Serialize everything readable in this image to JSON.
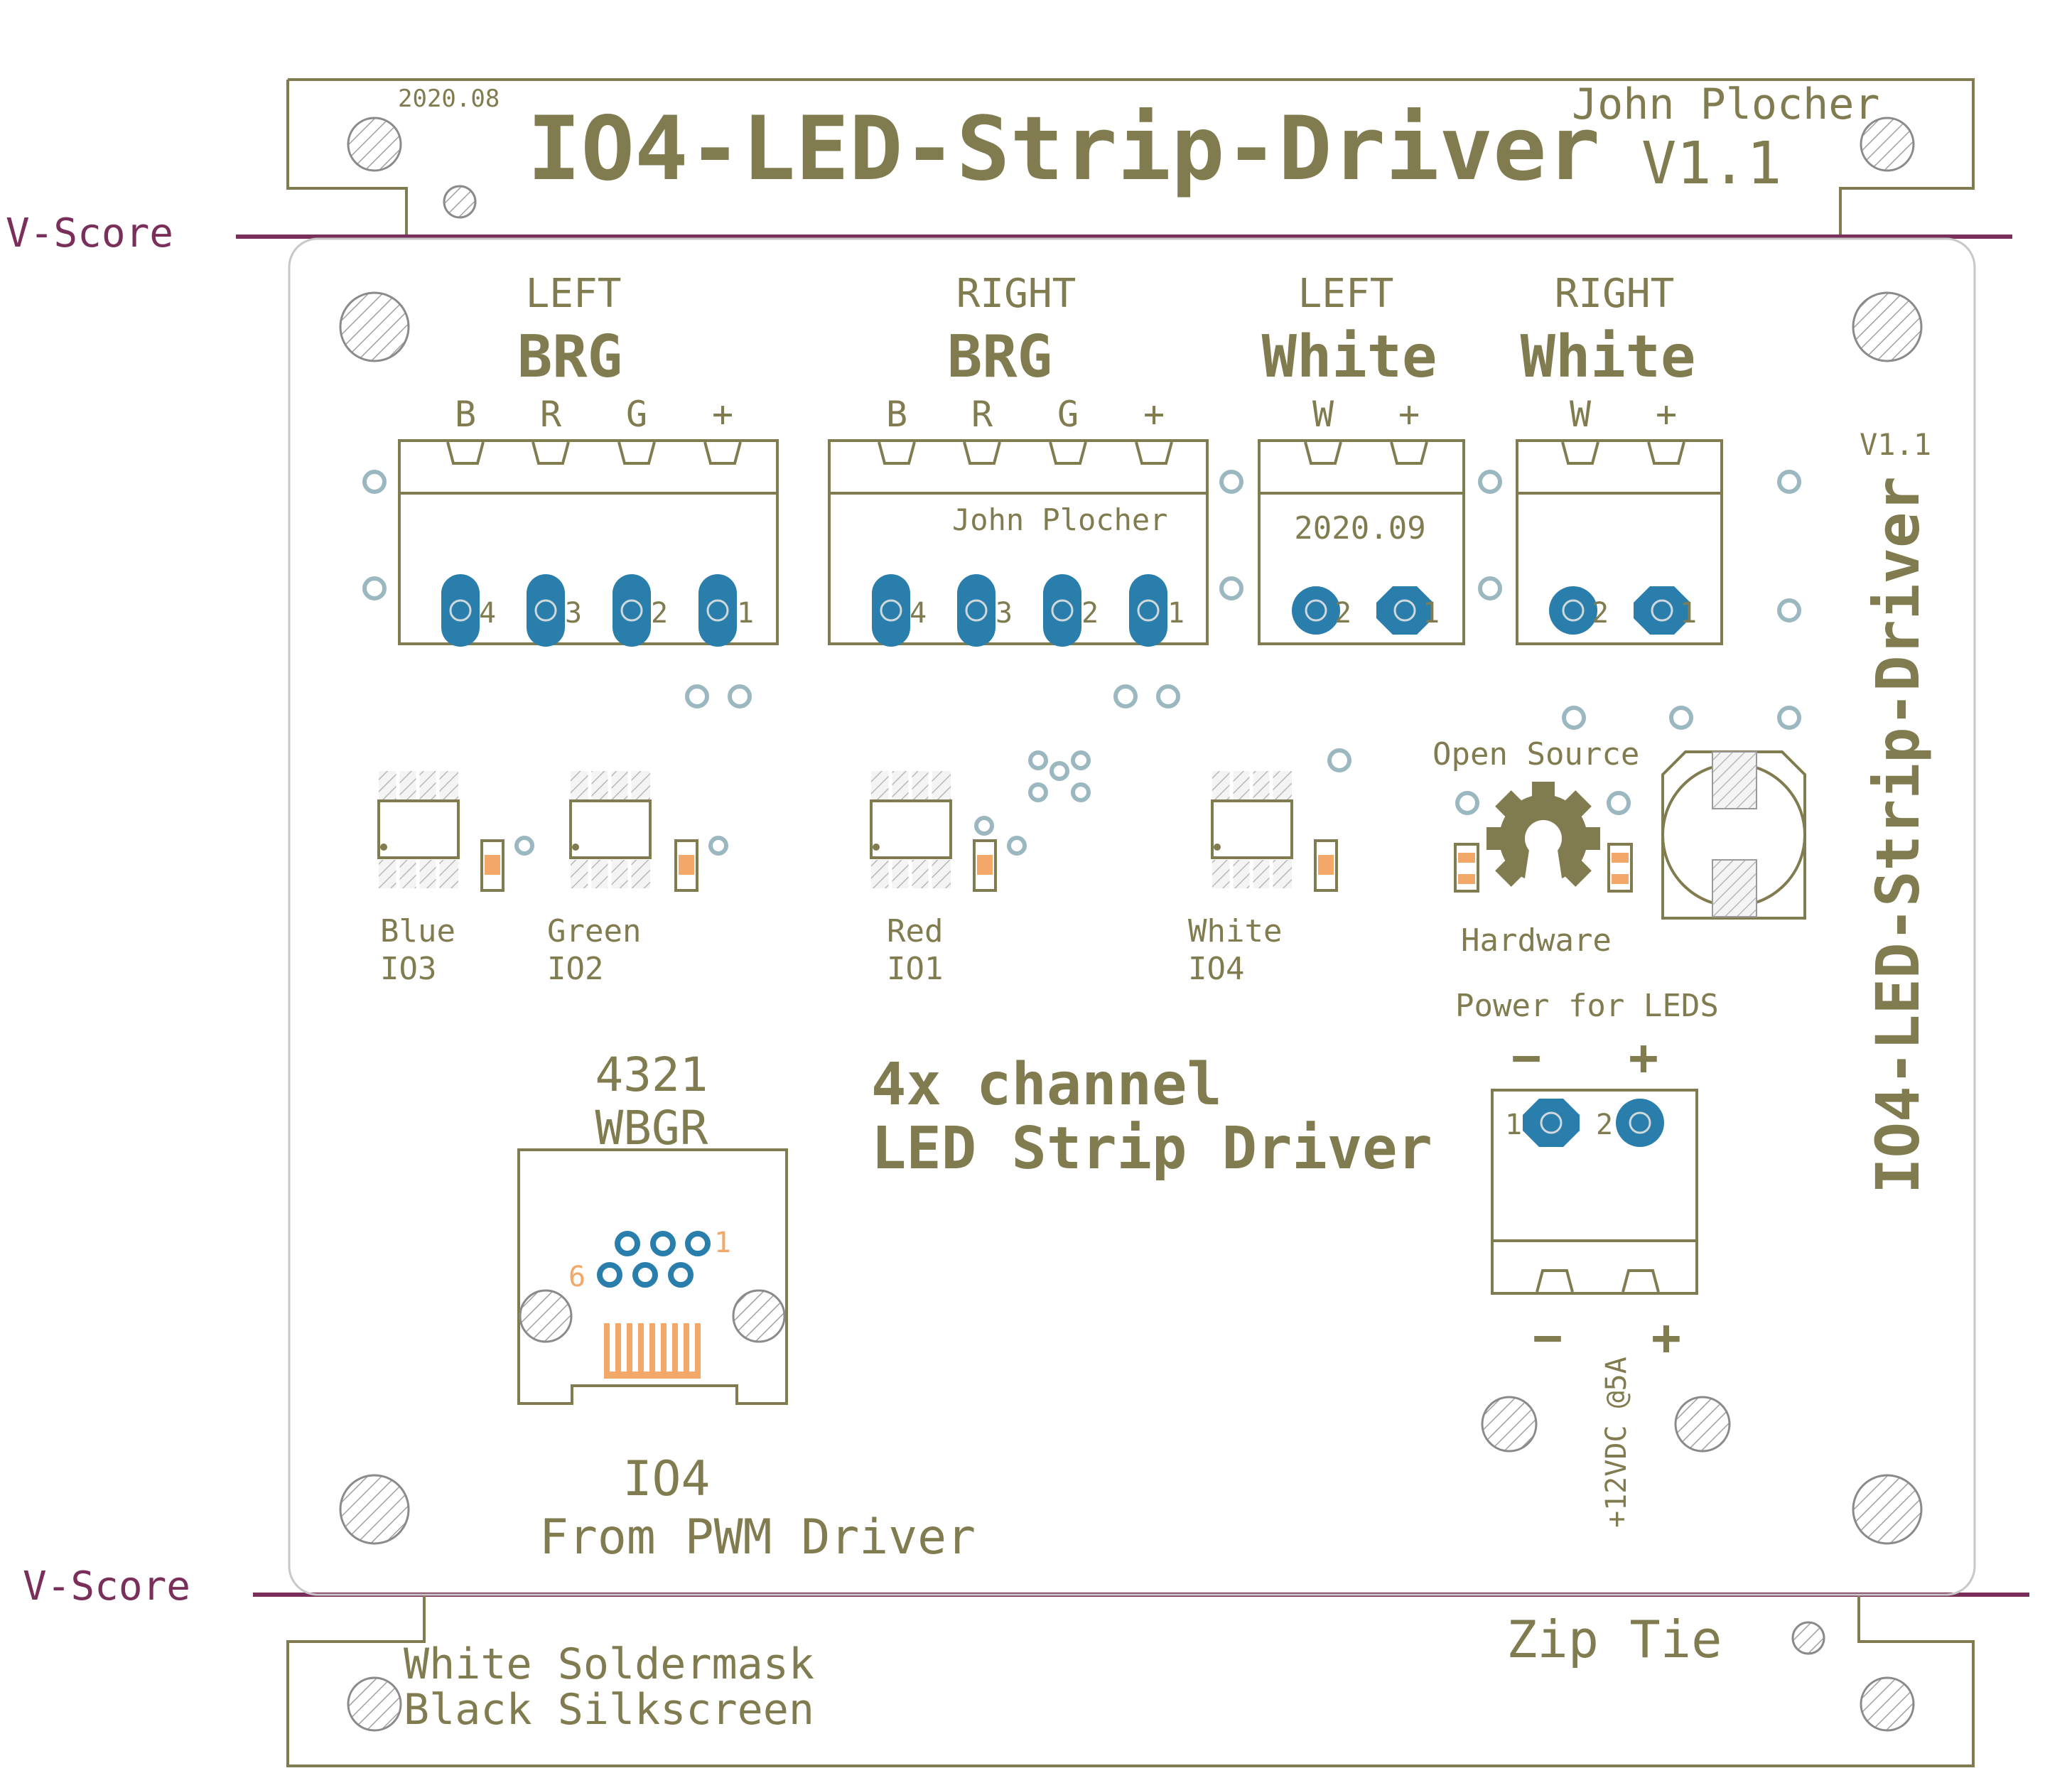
{
  "header_panel": {
    "date": "2020.08",
    "title": "IO4-LED-Strip-Driver",
    "author": "John Plocher",
    "version": "V1.1"
  },
  "vscore": {
    "top_label": "V-Score",
    "bottom_label": "V-Score"
  },
  "connectors": [
    {
      "side": "LEFT",
      "kind": "BRG",
      "pins": [
        "B",
        "R",
        "G",
        "+"
      ],
      "numbers": [
        "4",
        "3",
        "2",
        "1"
      ]
    },
    {
      "side": "RIGHT",
      "kind": "BRG",
      "pins": [
        "B",
        "R",
        "G",
        "+"
      ],
      "numbers": [
        "4",
        "3",
        "2",
        "1"
      ],
      "note": "John Plocher"
    },
    {
      "side": "LEFT",
      "kind": "White",
      "pins": [
        "W",
        "+"
      ],
      "numbers": [
        "2",
        "1"
      ],
      "note": "2020.09"
    },
    {
      "side": "RIGHT",
      "kind": "White",
      "pins": [
        "W",
        "+"
      ],
      "numbers": [
        "2",
        "1"
      ]
    }
  ],
  "side_label": {
    "version": "V1.1",
    "title": "IO4-LED-Strip-Driver"
  },
  "channels": [
    {
      "color": "Blue",
      "io": "IO3"
    },
    {
      "color": "Green",
      "io": "IO2"
    },
    {
      "color": "Red",
      "io": "IO1"
    },
    {
      "color": "White",
      "io": "IO4"
    }
  ],
  "oshw": {
    "top": "Open Source",
    "bottom": "Hardware"
  },
  "rj_connector": {
    "pin_order": "4321",
    "colors": "WBGR",
    "pin_first": "1",
    "pin_last": "6",
    "label": "IO4",
    "sublabel": "From PWM Driver"
  },
  "description": {
    "line1": "4x channel",
    "line2": "LED Strip Driver"
  },
  "power": {
    "title": "Power for LEDS",
    "minus": "−",
    "plus": "+",
    "pin1": "1",
    "pin2": "2",
    "rating": "+12VDC @5A"
  },
  "footer_panel": {
    "line1": "White Soldermask",
    "line2": "Black Silkscreen",
    "zip_tie": "Zip Tie"
  },
  "colors": {
    "silkscreen": "#807c50",
    "vscore": "#7a2f5a",
    "pad": "#2a7eab",
    "smd": "#f2a868"
  }
}
